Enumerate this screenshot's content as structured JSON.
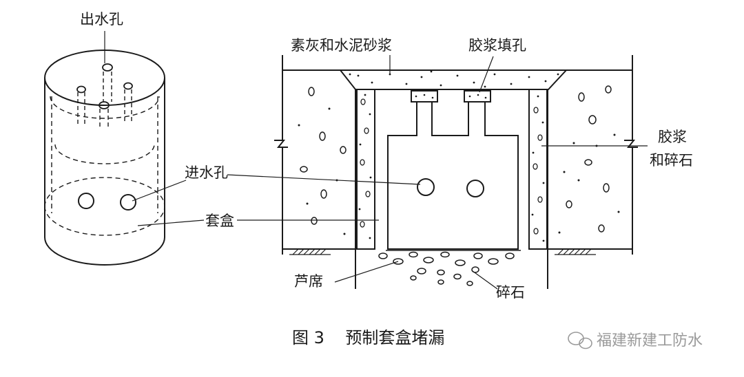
{
  "labels": {
    "outlet_hole": "出水孔",
    "inlet_hole": "进水孔",
    "sleeve_box": "套盒",
    "lime_mortar": "素灰和水泥砂浆",
    "grout_fill_hole": "胶浆填孔",
    "grout_gravel_line1": "胶浆",
    "grout_gravel_line2": "和碎石",
    "reed_mat": "芦席",
    "gravel": "碎石"
  },
  "caption": "图 3    预制套盒堵漏",
  "watermark": "福建新建工防水"
}
